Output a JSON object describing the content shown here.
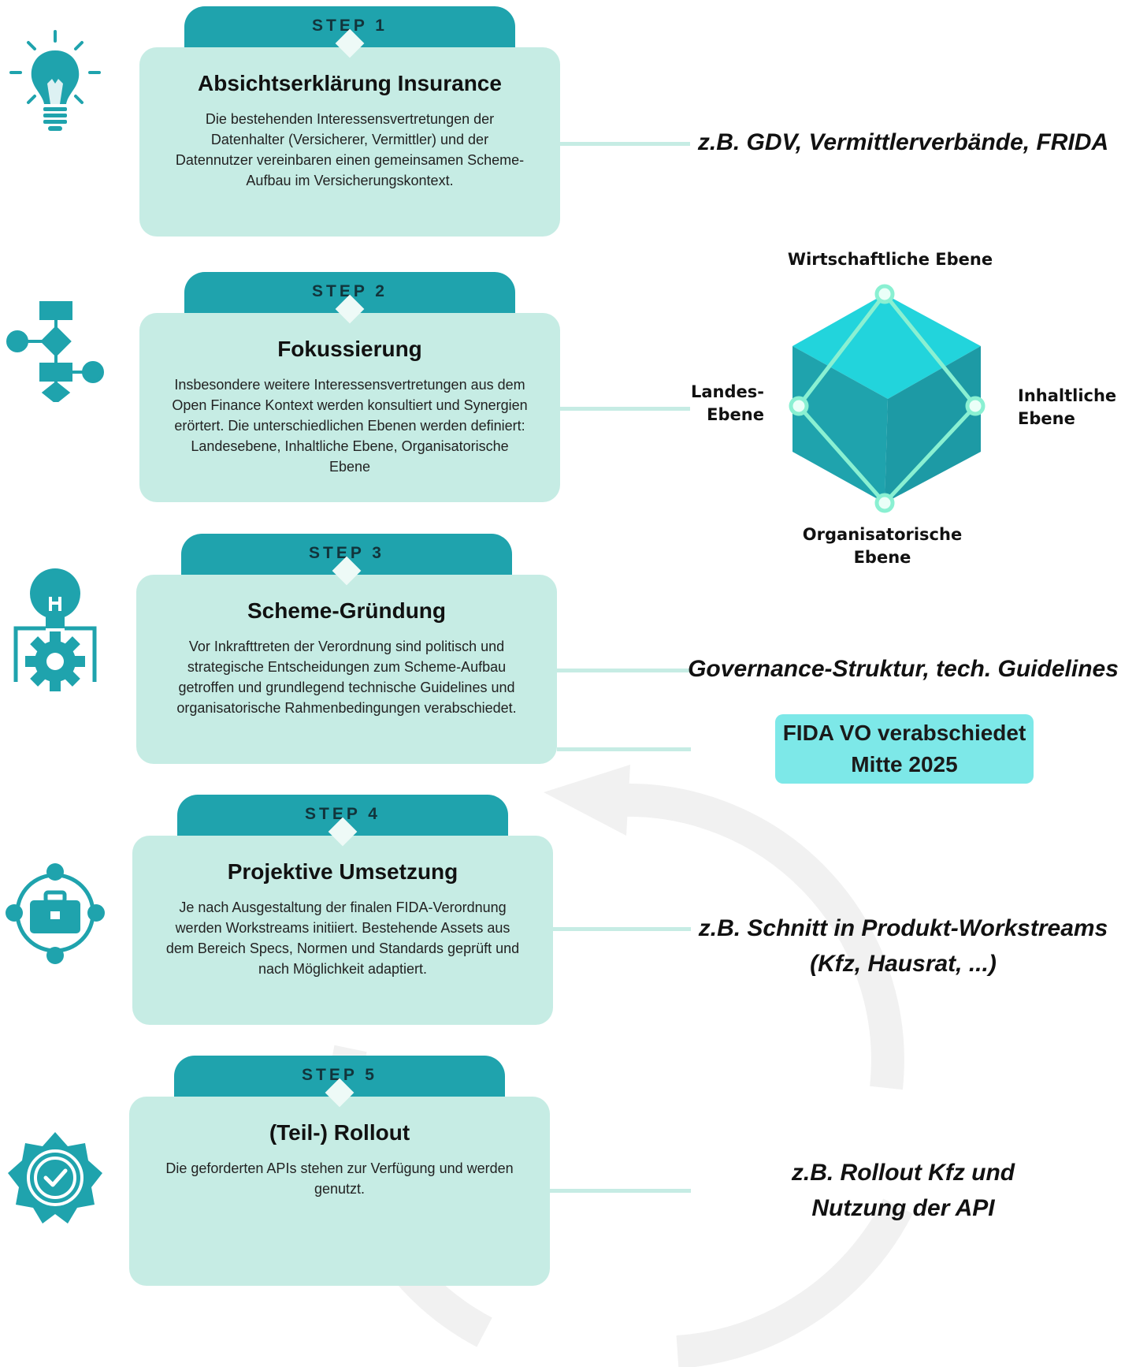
{
  "steps": [
    {
      "step_label": "STEP 1",
      "title": "Absichtserklärung Insurance",
      "body": "Die bestehenden Interessensvertretungen der Datenhalter (Versicherer, Vermittler) und der Datennutzer vereinbaren einen gemeinsamen Scheme-Aufbau im Versicherungskontext.",
      "icon": "lightbulb-icon"
    },
    {
      "step_label": "STEP 2",
      "title": "Fokussierung",
      "body": "Insbesondere weitere Interessensvertretungen aus dem Open Finance Kontext werden konsultiert und Synergien erörtert. Die unterschiedlichen Ebenen werden definiert: Landesebene, Inhaltliche Ebene, Organisatorische Ebene",
      "icon": "flowchart-icon"
    },
    {
      "step_label": "STEP 3",
      "title": "Scheme-Gründung",
      "body": "Vor Inkrafttreten der Verordnung sind politisch und strategische Entscheidungen zum Scheme-Aufbau getroffen und grundlegend technische Guidelines und organisatorische Rahmenbedingungen verabschiedet.",
      "icon": "idea-gear-icon"
    },
    {
      "step_label": "STEP 4",
      "title": "Projektive Umsetzung",
      "body": "Je nach Ausgestaltung der finalen FIDA-Verordnung werden Workstreams initiiert. Bestehende Assets aus dem Bereich Specs, Normen und Standards geprüft und nach Möglichkeit adaptiert.",
      "icon": "briefcase-network-icon"
    },
    {
      "step_label": "STEP 5",
      "title": "(Teil-) Rollout",
      "body": "Die geforderten APIs stehen zur Verfügung und werden genutzt.",
      "icon": "check-badge-icon"
    }
  ],
  "notes": {
    "step1": "z.B. GDV, Vermittlerverbände, FRIDA",
    "step3": "Governance-Struktur, tech. Guidelines",
    "step4_line1": "z.B. Schnitt in Produkt-Workstreams",
    "step4_line2": "(Kfz, Hausrat, ...)",
    "step5_line1": "z.B. Rollout Kfz und",
    "step5_line2": "Nutzung der API"
  },
  "cube": {
    "top": "Wirtschaftliche Ebene",
    "left_line1": "Landes-",
    "left_line2": "Ebene",
    "right_line1": "Inhaltliche",
    "right_line2": "Ebene",
    "bottom_line1": "Organisatorische",
    "bottom_line2": "Ebene"
  },
  "badge": {
    "line1": "FIDA VO verabschiedet",
    "line2": "Mitte 2025"
  },
  "colors": {
    "teal": "#1fa3ad",
    "card": "#c6ece4",
    "cube_top": "#22d4dc",
    "cube_side": "#1fa3ad",
    "badge": "#7de8e8",
    "accent_line": "#8af0d2"
  }
}
